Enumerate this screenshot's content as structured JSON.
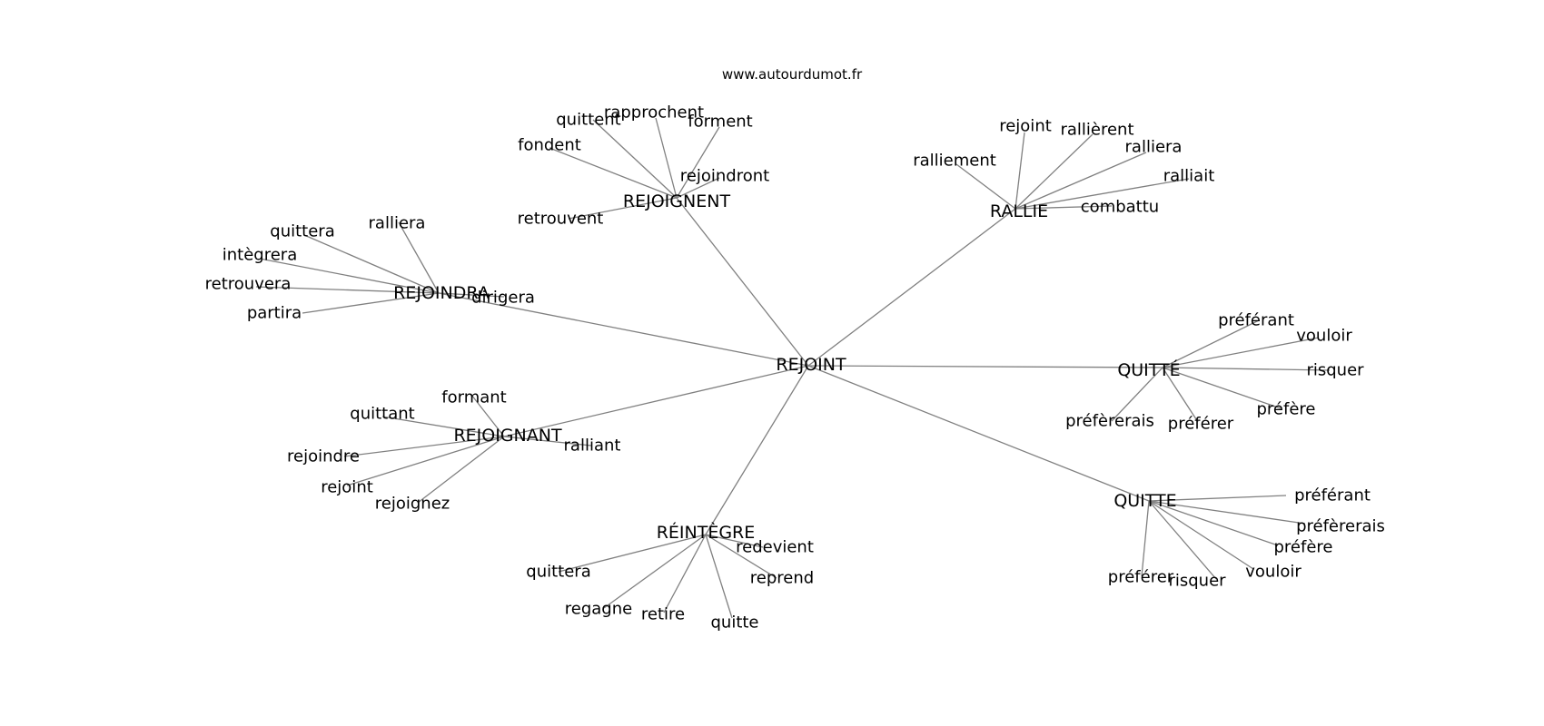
{
  "watermark": "www.autourdumot.fr",
  "colors": {
    "edge": "#808080",
    "text": "#000000",
    "background": "#ffffff"
  },
  "center": {
    "id": "rejoint",
    "label": "REJOINT"
  },
  "hubs": [
    {
      "id": "rejoignent",
      "label": "REJOIGNENT",
      "leaves": [
        "quittent",
        "rapprochent",
        "forment",
        "fondent",
        "rejoindront",
        "retrouvent"
      ]
    },
    {
      "id": "rallie",
      "label": "RALLIE",
      "leaves": [
        "rejoint",
        "rallièrent",
        "ralliera",
        "ralliement",
        "ralliait",
        "combattu"
      ]
    },
    {
      "id": "rejoindra",
      "label": "REJOINDRA",
      "leaves": [
        "ralliera",
        "quittera",
        "intègrera",
        "retrouvera",
        "partira",
        "dirigera"
      ]
    },
    {
      "id": "quitte-accent",
      "label": "QUITTÉ",
      "leaves": [
        "préférant",
        "vouloir",
        "risquer",
        "préfère",
        "préférer",
        "préfèrerais"
      ]
    },
    {
      "id": "rejoignant",
      "label": "REJOIGNANT",
      "leaves": [
        "formant",
        "quittant",
        "rejoindre",
        "rejoint",
        "rejoignez",
        "ralliant"
      ]
    },
    {
      "id": "reintegre",
      "label": "RÉINTÈGRE",
      "leaves": [
        "redevient",
        "reprend",
        "quittera",
        "regagne",
        "retire",
        "quitte"
      ]
    },
    {
      "id": "quitte",
      "label": "QUITTE",
      "leaves": [
        "préférant",
        "préfèrerais",
        "préfère",
        "vouloir",
        "risquer",
        "préférer"
      ]
    }
  ]
}
